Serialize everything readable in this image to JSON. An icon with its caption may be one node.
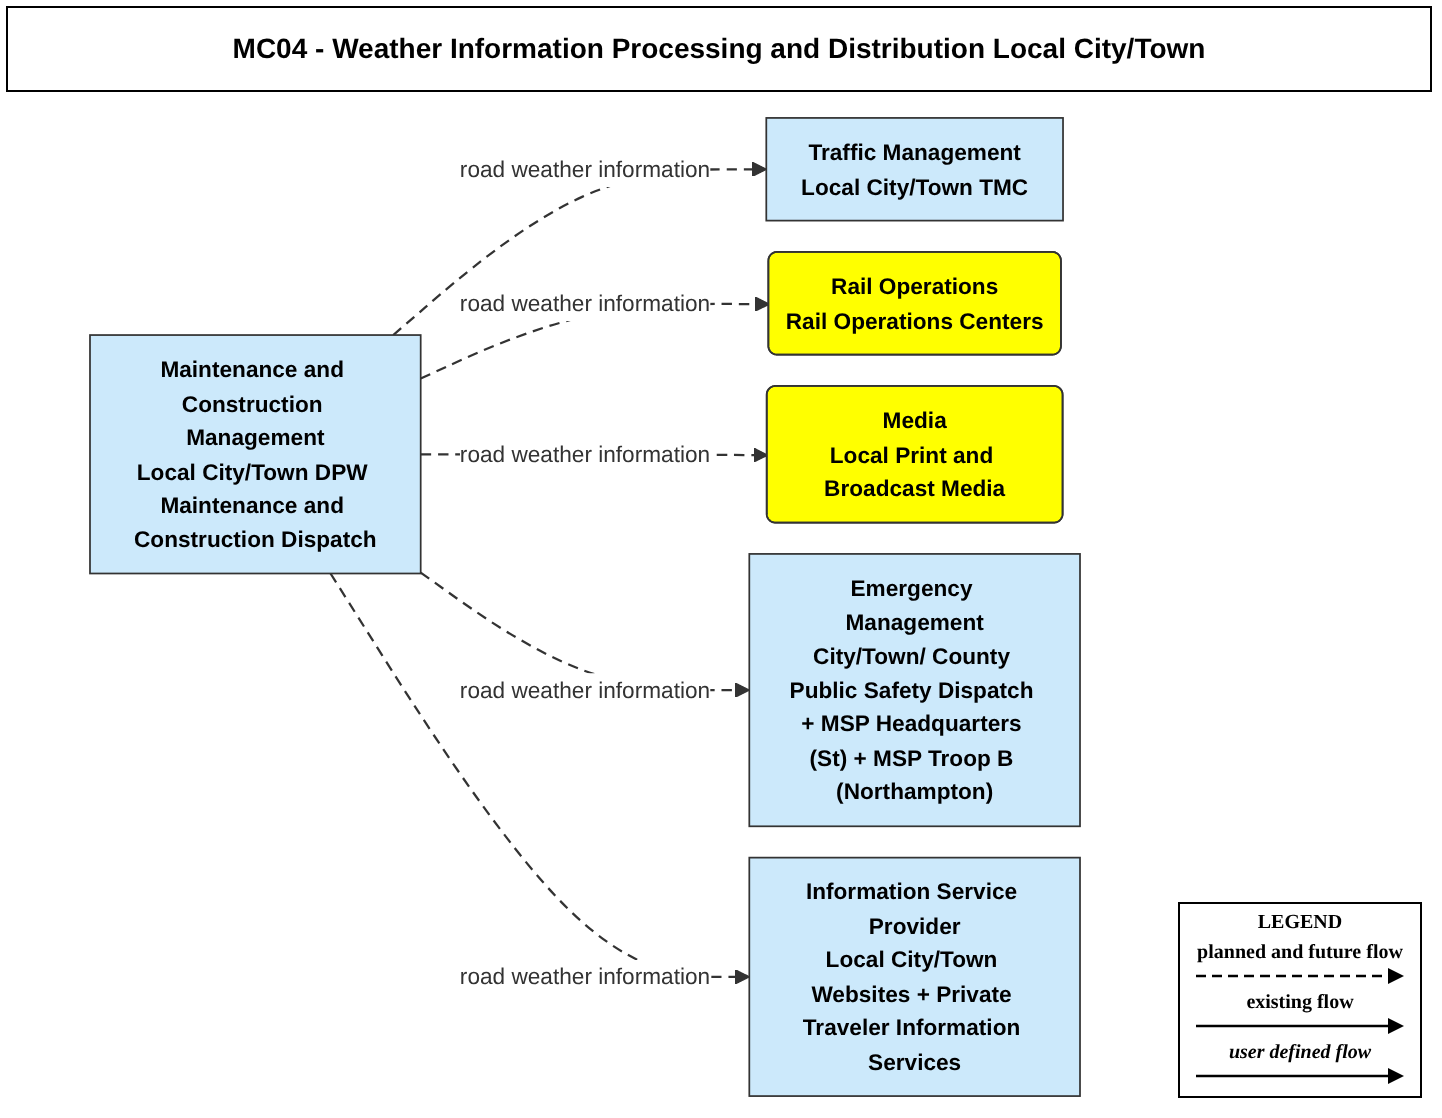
{
  "diagram": {
    "title": "MC04 - Weather Information Processing and Distribution Local City/Town",
    "nodes": [
      {
        "text": [
          "Traffic Management",
          "Local City/Town TMC"
        ]
      },
      {
        "text": [
          "Maintenance and Construction Management",
          "Local City/Town DPW Maintenance and Construction Dispatch"
        ]
      },
      {
        "text": [
          "Rail Operations",
          "Rail Operations Centers"
        ]
      },
      {
        "text": [
          "Media",
          "Local Print and Broadcast Media"
        ]
      },
      {
        "text": [
          "Emergency Management",
          "City/Town/ County Public Safety Dispatch + MSP Headquarters (St) + MSP Troop B (Northampton)"
        ]
      },
      {
        "text": [
          "Information Service Provider",
          "Local City/Town Websites + Private Traveler Information Services"
        ]
      }
    ],
    "edges": [
      {
        "from": 1,
        "to": 0,
        "arrow": "to",
        "label": "road weather information",
        "style": "dashed"
      },
      {
        "from": 1,
        "to": 2,
        "arrow": "to",
        "label": "road weather information",
        "style": "dashed"
      },
      {
        "from": 1,
        "to": 3,
        "arrow": "to",
        "label": "road weather information",
        "style": "dashed"
      },
      {
        "from": 1,
        "to": 4,
        "arrow": "to",
        "label": "road weather information",
        "style": "dashed"
      },
      {
        "from": 1,
        "to": 5,
        "arrow": "to",
        "label": "road weather information",
        "style": "dashed"
      }
    ],
    "labels": [
      "LEGEND"
    ],
    "legend": [
      {
        "text": "planned and future flow"
      },
      {
        "text": "existing flow"
      },
      {
        "text": "user defined flow"
      }
    ]
  }
}
